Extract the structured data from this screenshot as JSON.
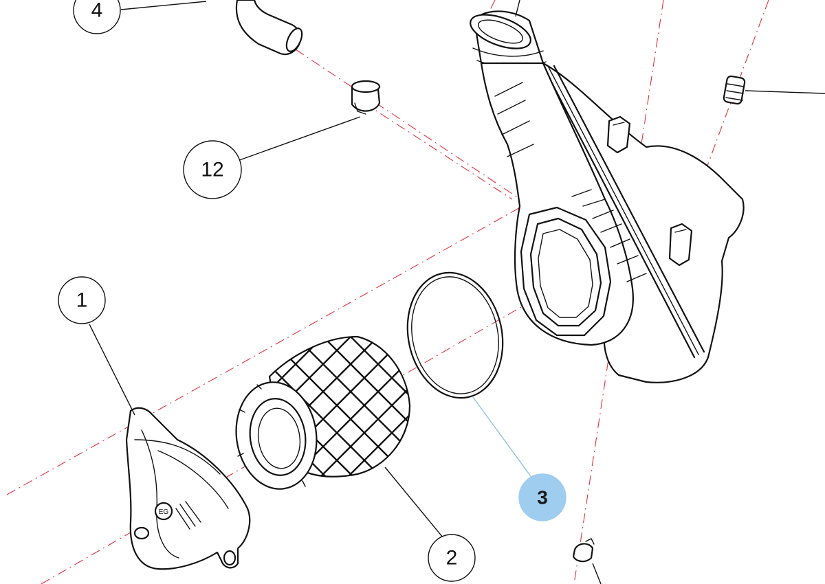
{
  "diagram": {
    "callouts": [
      {
        "id": "part-4",
        "label": "4",
        "highlighted": false
      },
      {
        "id": "part-12",
        "label": "12",
        "highlighted": false
      },
      {
        "id": "part-1",
        "label": "1",
        "highlighted": false
      },
      {
        "id": "part-2",
        "label": "2",
        "highlighted": false
      },
      {
        "id": "part-3",
        "label": "3",
        "highlighted": true
      }
    ],
    "colors": {
      "line": "#111111",
      "axis": "#e0323a",
      "highlight": "#9fcdef",
      "leader_highlight": "#8cc3e6",
      "background": "#ffffff"
    }
  }
}
